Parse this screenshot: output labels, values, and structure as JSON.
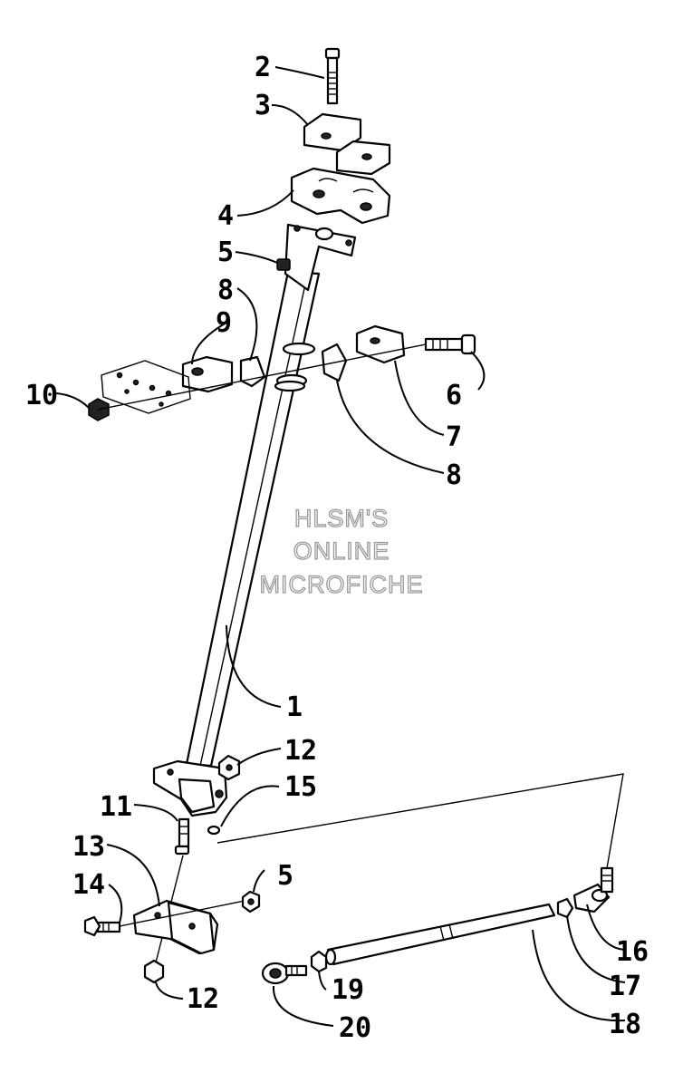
{
  "watermark": {
    "line1": "HLSM'S",
    "line2": "ONLINE",
    "line3": "MICROFICHE"
  },
  "callouts": [
    {
      "id": "c2",
      "label": "2"
    },
    {
      "id": "c3",
      "label": "3"
    },
    {
      "id": "c4",
      "label": "4"
    },
    {
      "id": "c5a",
      "label": "5"
    },
    {
      "id": "c8a",
      "label": "8"
    },
    {
      "id": "c9",
      "label": "9"
    },
    {
      "id": "c10",
      "label": "10"
    },
    {
      "id": "c6",
      "label": "6"
    },
    {
      "id": "c7",
      "label": "7"
    },
    {
      "id": "c8b",
      "label": "8"
    },
    {
      "id": "c1",
      "label": "1"
    },
    {
      "id": "c12a",
      "label": "12"
    },
    {
      "id": "c15",
      "label": "15"
    },
    {
      "id": "c11",
      "label": "11"
    },
    {
      "id": "c13",
      "label": "13"
    },
    {
      "id": "c14",
      "label": "14"
    },
    {
      "id": "c5b",
      "label": "5"
    },
    {
      "id": "c16",
      "label": "16"
    },
    {
      "id": "c17",
      "label": "17"
    },
    {
      "id": "c18",
      "label": "18"
    },
    {
      "id": "c19",
      "label": "19"
    },
    {
      "id": "c20",
      "label": "20"
    },
    {
      "id": "c12b",
      "label": "12"
    }
  ]
}
